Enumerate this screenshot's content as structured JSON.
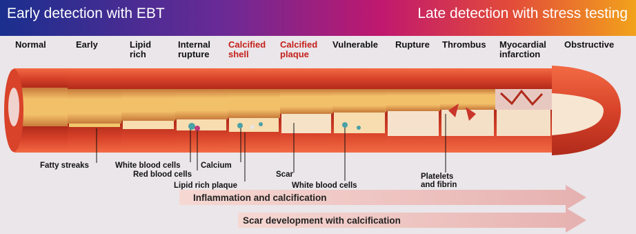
{
  "banner": {
    "left_text": "Early detection with EBT",
    "right_text": "Late detection with stress testing"
  },
  "stages": [
    {
      "line1": "Normal",
      "line2": ""
    },
    {
      "line1": "Early",
      "line2": ""
    },
    {
      "line1": "Lipid",
      "line2": "rich"
    },
    {
      "line1": "Internal",
      "line2": "rupture"
    },
    {
      "line1": "Calcified",
      "line2": "shell"
    },
    {
      "line1": "Calcified",
      "line2": "plaque"
    },
    {
      "line1": "Vulnerable",
      "line2": ""
    },
    {
      "line1": "Rupture",
      "line2": ""
    },
    {
      "line1": "Thrombus",
      "line2": ""
    },
    {
      "line1": "Myocardial",
      "line2": "infarction"
    },
    {
      "line1": "Obstructive",
      "line2": ""
    }
  ],
  "annotations": {
    "fatty_streaks": "Fatty streaks",
    "white_blood_cells_1": "White blood cells",
    "calcium": "Calcium",
    "red_blood_cells": "Red blood cells",
    "lipid_rich_plaque": "Lipid rich plaque",
    "scar": "Scar",
    "white_blood_cells_2": "White blood cells",
    "platelets_line1": "Platelets",
    "platelets_line2": "and fibrin"
  },
  "arrows": {
    "inflammation": "Inflammation and calcification",
    "scar_development": "Scar development with calcification"
  },
  "colors": {
    "highlight_label": "#c4201a",
    "artery_wall": "#d8432a",
    "lumen": "#f3c06a",
    "arrow_fill": "#e9b7b4"
  }
}
